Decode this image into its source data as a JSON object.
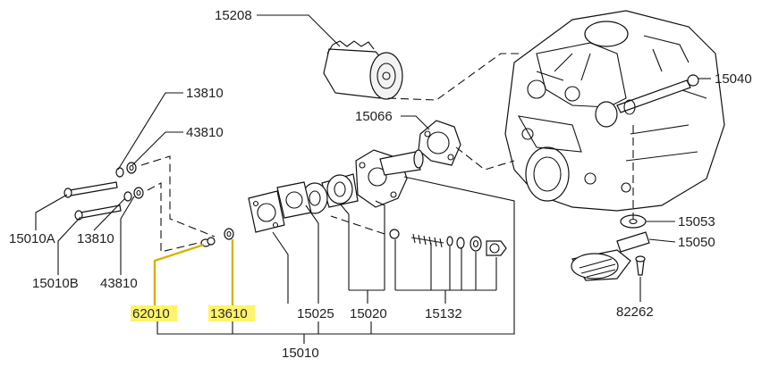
{
  "diagram": {
    "highlight_color": "#fff36a",
    "callout_color": "#d6b400",
    "labels": {
      "p15208": "15208",
      "p15040": "15040",
      "p13810_top": "13810",
      "p43810_top": "43810",
      "p15066": "15066",
      "p15010A": "15010A",
      "p13810_mid": "13810",
      "p15010B": "15010B",
      "p43810_bot": "43810",
      "p15053": "15053",
      "p15050": "15050",
      "p62010": "62010",
      "p13610": "13610",
      "p15025": "15025",
      "p15020": "15020",
      "p15132": "15132",
      "p82262": "82262",
      "p15010": "15010"
    }
  }
}
